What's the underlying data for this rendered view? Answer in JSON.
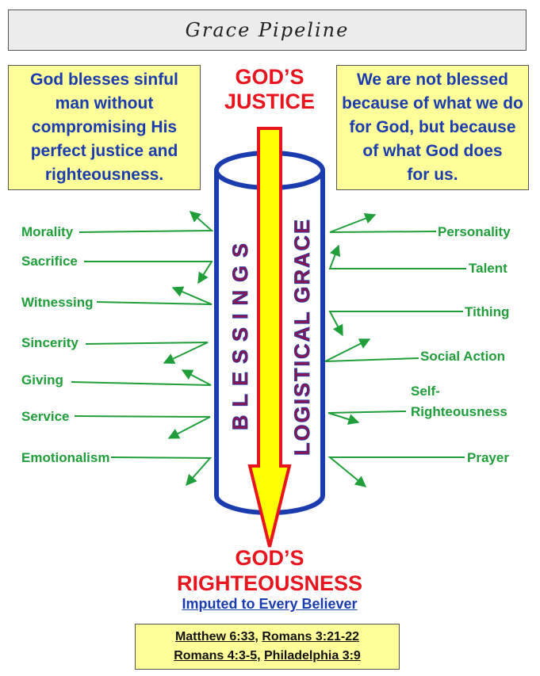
{
  "title": "Grace Pipeline",
  "left_note": [
    "God blesses sinful",
    "man without",
    "compromising His",
    "perfect justice and",
    "righteousness."
  ],
  "right_note": [
    "We are not blessed",
    "because of what we do",
    "for God, but because",
    "of what God does",
    "for us."
  ],
  "top_label": [
    "GOD’S",
    "JUSTICE"
  ],
  "bottom_label": [
    "GOD’S",
    "RIGHTEOUSNESS"
  ],
  "bottom_sub": "Imputed to Every Believer",
  "pipe_text_left": "BLESSINGS",
  "pipe_text_right": "LOGISTICAL GRACE",
  "left_items": [
    "Morality",
    "Sacrifice",
    "Witnessing",
    "Sincerity",
    "Giving",
    "Service",
    "Emotionalism"
  ],
  "right_items": [
    "Personality",
    "Talent",
    "Tithing",
    "Social Action",
    "Self-",
    "Righteousness",
    "Prayer"
  ],
  "references": {
    "line1": [
      "Matthew 6:33",
      ", ",
      "Romans 3:21-22"
    ],
    "line2": [
      "Romans 4:3-5",
      ", ",
      "Philadelphia 3:9"
    ]
  },
  "colors": {
    "pipe": "#1a3cae",
    "arrow_fill": "#ffff00",
    "arrow_edge": "#e8141e",
    "deflect": "#1f9e3a",
    "note_bg": "#ffff99",
    "pipe_text": "#8a1550"
  }
}
